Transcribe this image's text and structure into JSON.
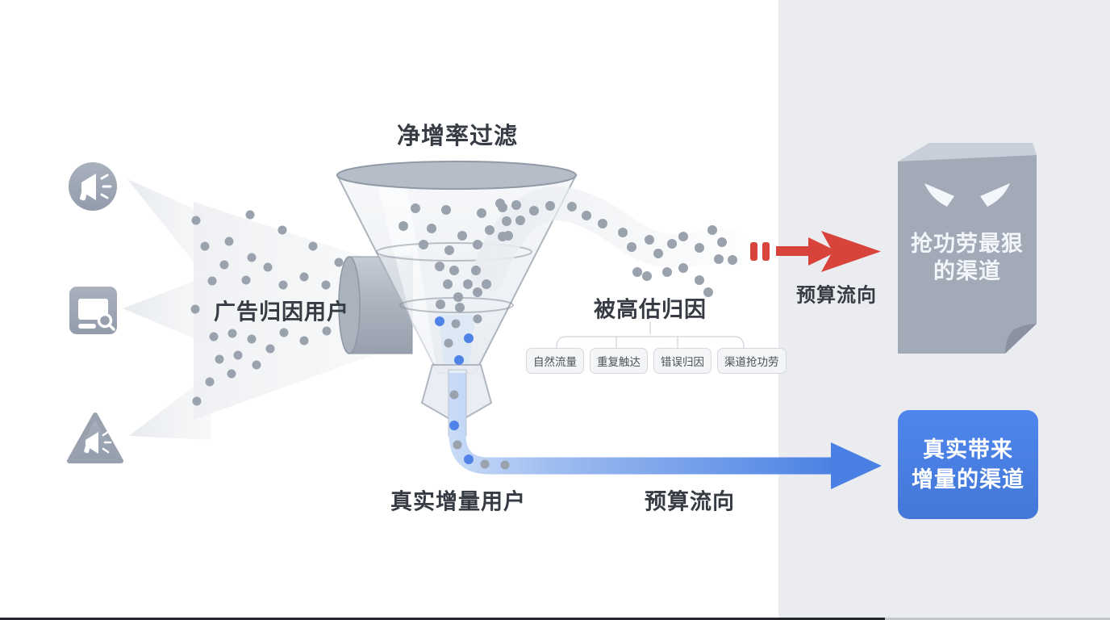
{
  "title": "净增率过滤",
  "labels": {
    "input_stream": "广告归因用户",
    "overestimated": "被高估归因",
    "budget_flow_top": "预算流向",
    "budget_flow_bottom": "预算流向",
    "true_users": "真实增量用户"
  },
  "tags": [
    "自然流量",
    "重复触达",
    "错误归因",
    "渠道抢功劳"
  ],
  "bad_channel_box": {
    "line1": "抢功劳最狠",
    "line2": "的渠道"
  },
  "good_channel_box": {
    "line1": "真实带来",
    "line2": "增量的渠道"
  },
  "icons": [
    "megaphone-circle-icon",
    "monitor-search-icon",
    "megaphone-triangle-icon"
  ],
  "colors": {
    "accent_red": "#d8443c",
    "accent_blue": "#4a80e4",
    "dot_gray": "#9aa2ae",
    "dot_blue": "#4f83e8",
    "panel_gray": "#eaecef",
    "slab_gray": "#a2aab8",
    "text_dark": "#363b44"
  }
}
